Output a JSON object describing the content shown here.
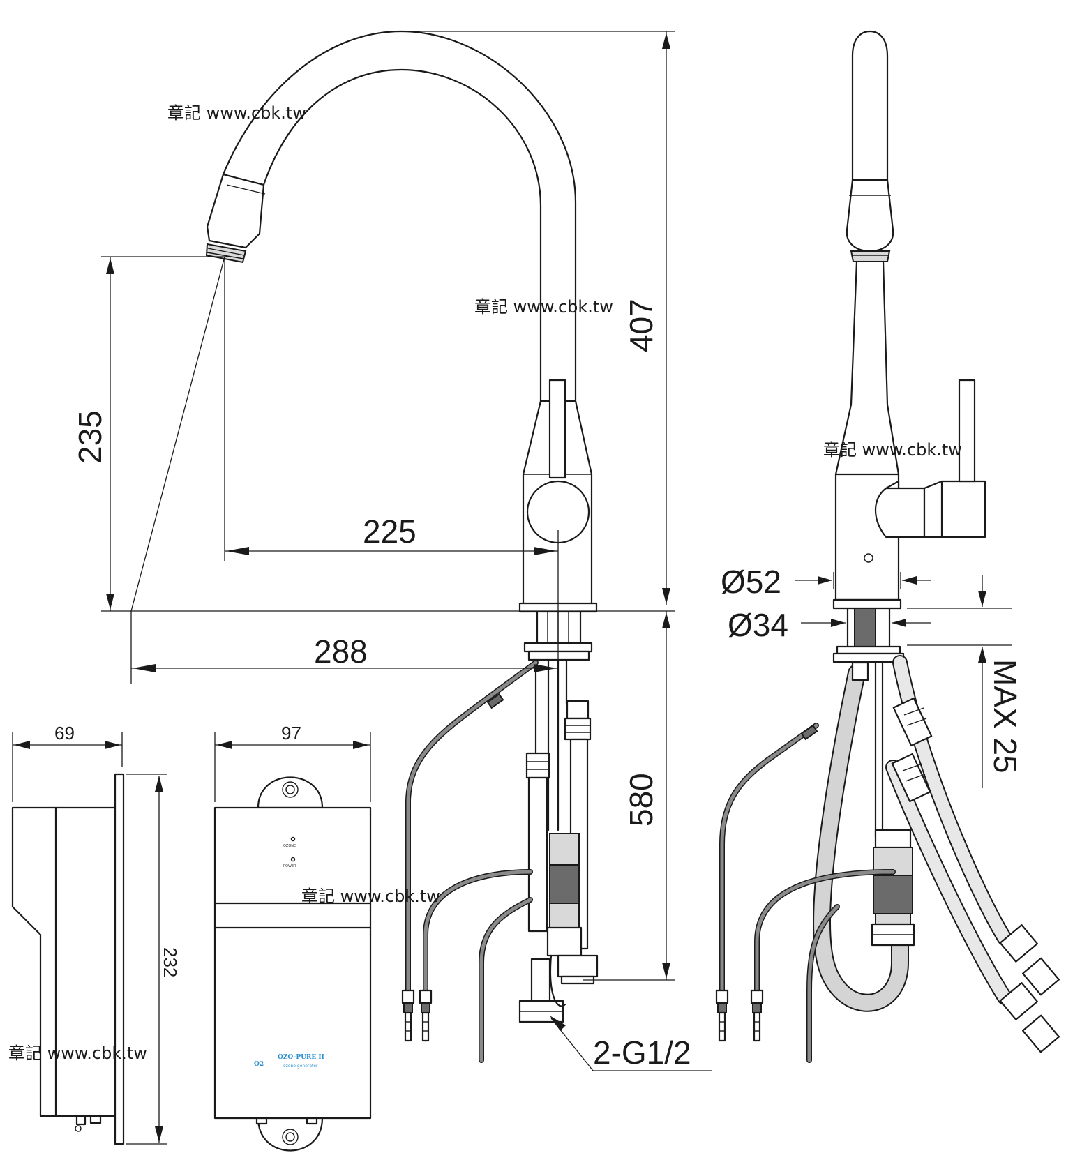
{
  "dimensions": {
    "total_height": "407",
    "spout_height": "235",
    "spout_reach": "225",
    "overall_reach": "288",
    "hose_length": "580",
    "base_diameter": "Ø52",
    "hole_diameter": "Ø34",
    "max_deck": "MAX 25",
    "connection": "2-G1/2",
    "box_depth": "69",
    "box_width": "97",
    "box_height": "232"
  },
  "watermarks": [
    "章記 www.cbk.tw",
    "章記 www.cbk.tw",
    "章記 www.cbk.tw",
    "章記 www.cbk.tw",
    "章記 www.cbk.tw"
  ],
  "ozone_box": {
    "indicator_ozone": "OZONE",
    "indicator_power": "POWER",
    "logo_mark": "O2",
    "brand": "OZO-PURE II",
    "tagline": "ozone generator"
  },
  "colors": {
    "line": "#1a1a1a",
    "cable_grey": "#8a8a8a",
    "logo_blue": "#2a8fd0"
  }
}
